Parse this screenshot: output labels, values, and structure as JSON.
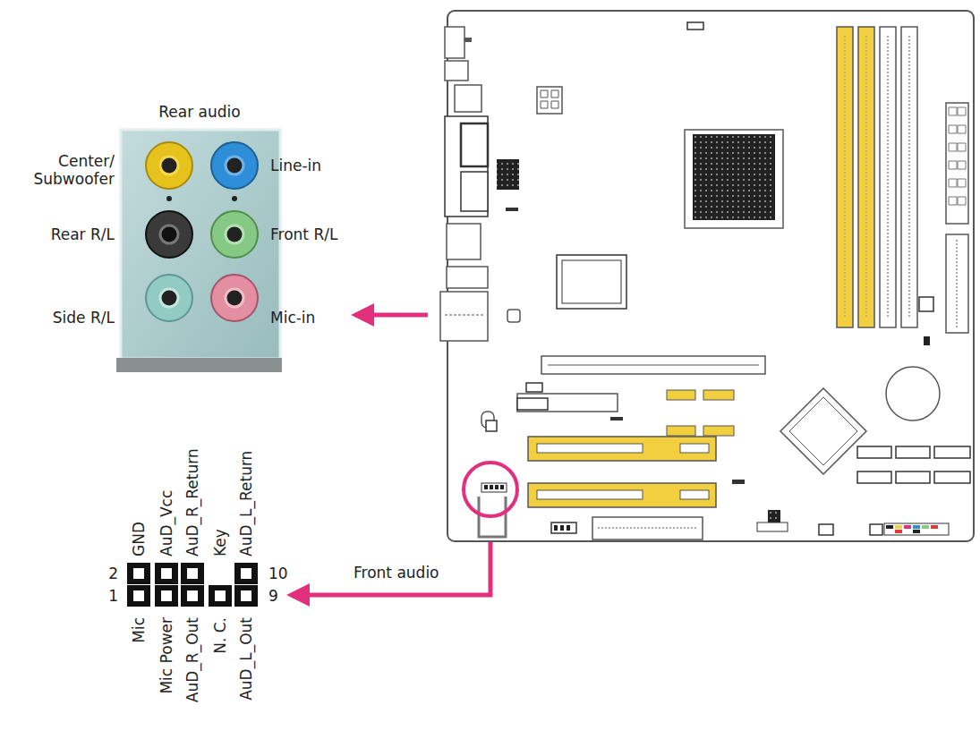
{
  "diagram": {
    "nodes": [
      {
        "text": [
          "Rear audio"
        ]
      }
    ],
    "labels": [
      "Center/ Subwoofer",
      "Line-in",
      "Rear R/L",
      "Front R/L",
      "Side R/L",
      "Mic-in",
      "GND",
      "AuD_Vcc",
      "AuD_R_Return",
      "Key",
      "AuD_L_Return",
      "2",
      "10",
      "1",
      "9",
      "Mic",
      "Mic Power",
      "AuD_R_Out",
      "N. C.",
      "AuD_L_Out",
      "Front audio"
    ]
  }
}
